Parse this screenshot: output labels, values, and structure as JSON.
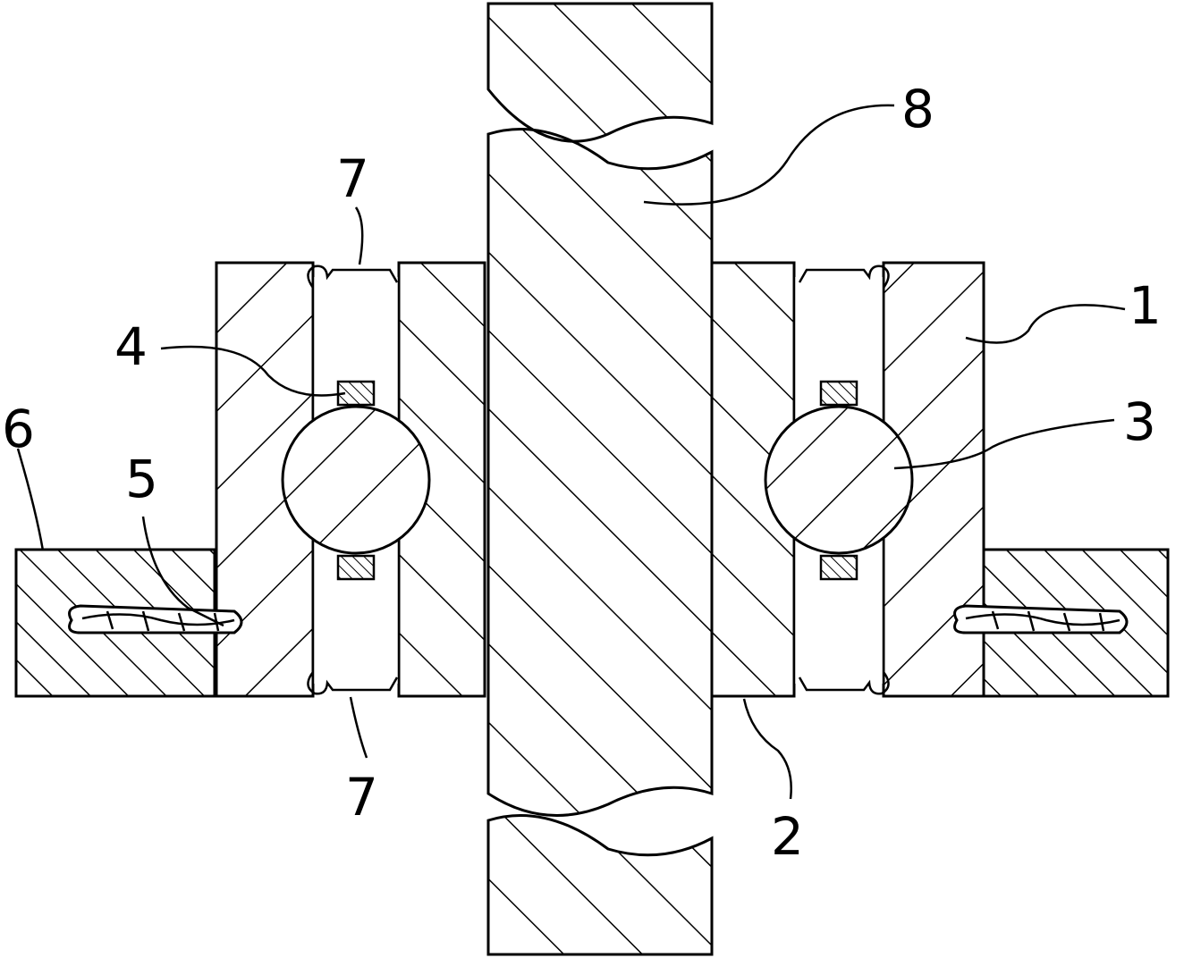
{
  "labels": {
    "l1": "1",
    "l2": "2",
    "l3": "3",
    "l4": "4",
    "l5": "5",
    "l6": "6",
    "l7_top": "7",
    "l7_bottom": "7",
    "l8": "8"
  },
  "colors": {
    "line": "#000000",
    "background": "#ffffff"
  }
}
